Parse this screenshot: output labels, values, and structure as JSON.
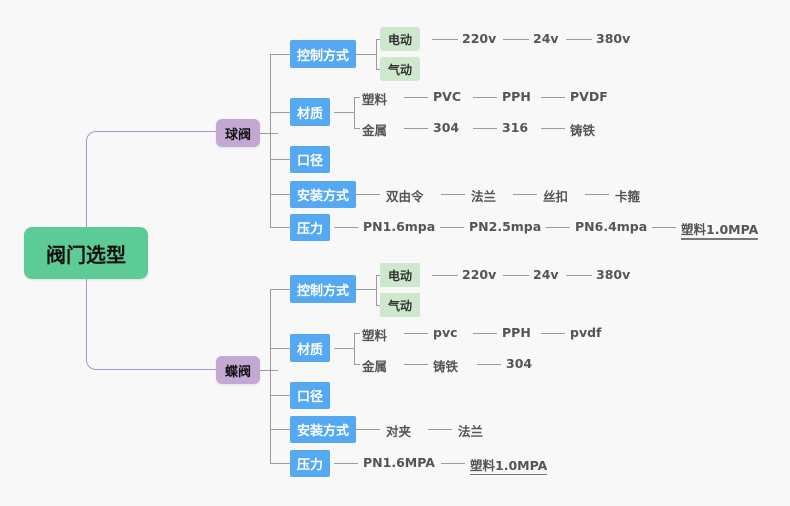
{
  "meta": {
    "type": "mindmap",
    "background": "#f8f8f8",
    "colors": {
      "root": "#5ccb95",
      "level2": "#c4a8d4",
      "level3": "#55a8f2",
      "level4": "#cde8cd",
      "connector_root": "#b294c4",
      "connector": "#9b9b9b",
      "leaf_text": "#555555"
    }
  },
  "root": {
    "label": "阀门选型"
  },
  "branches": [
    {
      "id": "ball-valve",
      "label": "球阀",
      "topics": [
        {
          "id": "control-method",
          "label": "控制方式",
          "children": [
            {
              "label": "电动",
              "boxed": true,
              "rounded": true,
              "leaves": [
                "220v",
                "24v",
                "380v"
              ]
            },
            {
              "label": "气动",
              "boxed": true,
              "rounded": true,
              "leaves": []
            }
          ]
        },
        {
          "id": "material",
          "label": "材质",
          "children": [
            {
              "label": "塑料",
              "boxed": false,
              "leaves": [
                "PVC",
                "PPH",
                "PVDF"
              ]
            },
            {
              "label": "金属",
              "boxed": false,
              "leaves": [
                "304",
                "316",
                "铸铁"
              ]
            }
          ]
        },
        {
          "id": "caliber",
          "label": "口径",
          "children": []
        },
        {
          "id": "installation",
          "label": "安装方式",
          "leaves": [
            "双由令",
            "法兰",
            "丝扣",
            "卡箍"
          ]
        },
        {
          "id": "pressure",
          "label": "压力",
          "leaves": [
            "PN1.6mpa",
            "PN2.5mpa",
            "PN6.4mpa",
            "塑料1.0MPA"
          ]
        }
      ]
    },
    {
      "id": "butterfly-valve",
      "label": "蝶阀",
      "topics": [
        {
          "id": "control-method",
          "label": "控制方式",
          "children": [
            {
              "label": "电动",
              "boxed": true,
              "rounded": false,
              "leaves": [
                "220v",
                "24v",
                "380v"
              ]
            },
            {
              "label": "气动",
              "boxed": true,
              "rounded": false,
              "leaves": []
            }
          ]
        },
        {
          "id": "material",
          "label": "材质",
          "children": [
            {
              "label": "塑料",
              "boxed": false,
              "leaves": [
                "pvc",
                "PPH",
                "pvdf"
              ]
            },
            {
              "label": "金属",
              "boxed": false,
              "leaves": [
                "铸铁",
                "304"
              ]
            }
          ]
        },
        {
          "id": "caliber",
          "label": "口径",
          "children": []
        },
        {
          "id": "installation",
          "label": "安装方式",
          "leaves": [
            "对夹",
            "法兰"
          ]
        },
        {
          "id": "pressure",
          "label": "压力",
          "leaves": [
            "PN1.6MPA",
            "塑料1.0MPA"
          ]
        }
      ]
    }
  ]
}
